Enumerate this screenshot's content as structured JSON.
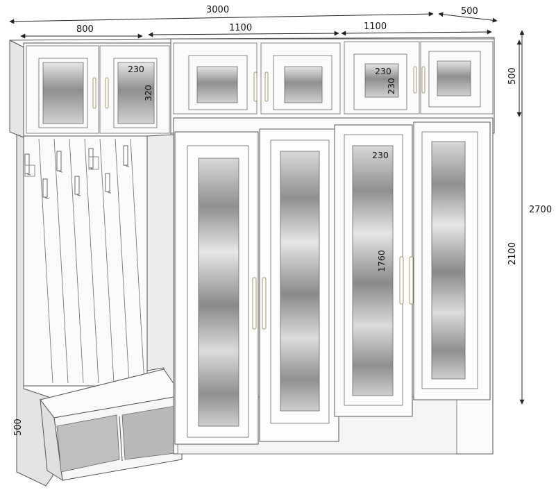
{
  "dimensions": {
    "total_width": "3000",
    "depth": "500",
    "section_left": "800",
    "section_middle": "1100",
    "section_right": "1100",
    "total_height": "2700",
    "wardrobe_height": "2100",
    "top_height": "500",
    "bench_height": "500"
  },
  "panel_labels": {
    "top_left_w": "230",
    "top_left_h": "320",
    "top_right_w": "230",
    "top_right_h": "230",
    "door_w": "230",
    "door_h": "1760"
  },
  "colors": {
    "outline": "#555555",
    "mirror_light": "#e6e6e6",
    "mirror_dark": "#8a8a8a",
    "side_shade": "#e4e4e4",
    "handle": "#b9a77a"
  }
}
